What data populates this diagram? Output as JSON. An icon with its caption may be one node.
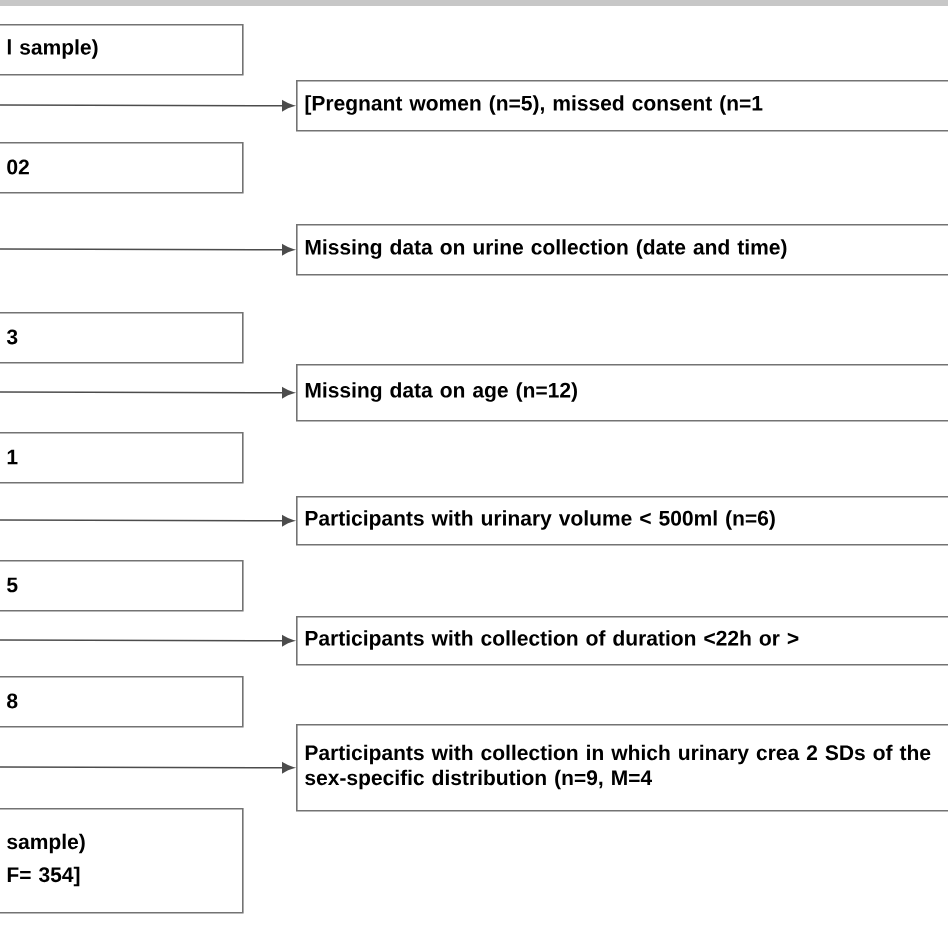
{
  "diagram": {
    "nodes": [
      {
        "text": [
          "l sample)"
        ]
      },
      {
        "text": [
          "02"
        ]
      },
      {
        "text": [
          "3"
        ]
      },
      {
        "text": [
          "1"
        ]
      },
      {
        "text": [
          "5"
        ]
      },
      {
        "text": [
          "8"
        ]
      },
      {
        "text": [
          "sample)",
          "F= 354]"
        ]
      },
      {
        "text": [
          "[Pregnant women (n=5), missed consent (n=1"
        ]
      },
      {
        "text": [
          "Missing data on urine collection (date and time)"
        ]
      },
      {
        "text": [
          "Missing data on age (n=12)"
        ]
      },
      {
        "text": [
          "Participants with urinary volume < 500ml (n=6)"
        ]
      },
      {
        "text": [
          "Participants with collection of duration <22h or >"
        ]
      },
      {
        "text": [
          "Participants with collection in which urinary crea 2 SDs of the sex-specific distribution (n=9, M=4"
        ]
      }
    ],
    "edges": [
      {
        "from": null,
        "to": 7,
        "arrow": "to"
      },
      {
        "from": null,
        "to": 8,
        "arrow": "to"
      },
      {
        "from": null,
        "to": 9,
        "arrow": "to"
      },
      {
        "from": null,
        "to": 10,
        "arrow": "to"
      },
      {
        "from": null,
        "to": 11,
        "arrow": "to"
      },
      {
        "from": null,
        "to": 12,
        "arrow": "to"
      }
    ]
  }
}
